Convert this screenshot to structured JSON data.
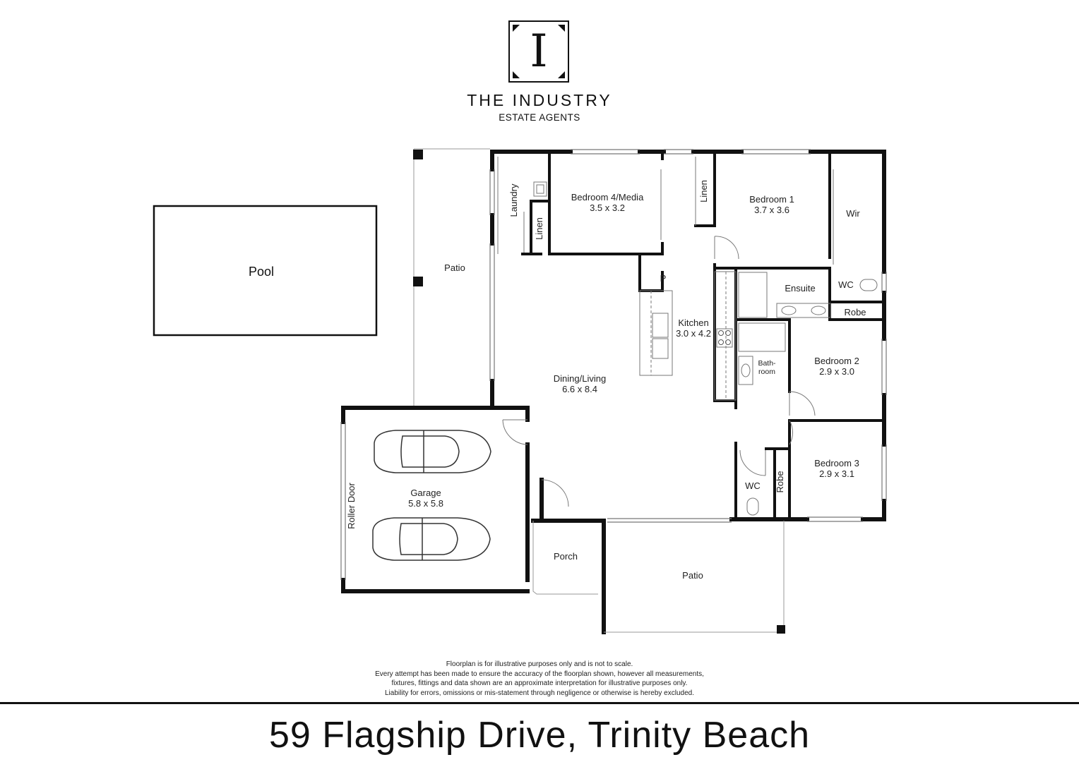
{
  "logo": {
    "letter": "I",
    "name": "THE INDUSTRY",
    "tagline": "ESTATE AGENTS"
  },
  "rooms": {
    "pool": "Pool",
    "patio_west": "Patio",
    "laundry": "Laundry",
    "linen_laundry": "Linen",
    "bedroom4": {
      "name": "Bedroom 4/Media",
      "size": "3.5 x 3.2"
    },
    "linen_hall": "Linen",
    "bedroom1": {
      "name": "Bedroom 1",
      "size": "3.7 x 3.6"
    },
    "wir": "Wir",
    "pantry": "P",
    "kitchen": {
      "name": "Kitchen",
      "size": "3.0 x 4.2"
    },
    "ensuite": "Ensuite",
    "wc_ensuite": "WC",
    "robe_bed2": "Robe",
    "bathroom": {
      "line1": "Bath-",
      "line2": "room"
    },
    "bedroom2": {
      "name": "Bedroom 2",
      "size": "2.9 x 3.0"
    },
    "dining": {
      "name": "Dining/Living",
      "size": "6.6 x 8.4"
    },
    "garage": {
      "name": "Garage",
      "size": "5.8 x 5.8"
    },
    "roller_door": "Roller Door",
    "bedroom3": {
      "name": "Bedroom 3",
      "size": "2.9 x 3.1"
    },
    "wc_hall": "WC",
    "robe_bed3": "Robe",
    "porch": "Porch",
    "patio_south": "Patio"
  },
  "disclaimer": [
    "Floorplan is for illustrative purposes only and is not to scale.",
    "Every attempt has been made to ensure the accuracy of the floorplan shown, however all measurements,",
    "fixtures, fittings and data shown are an approximate interpretation for illustrative purposes only.",
    "Liability for errors, omissions or mis-statement through negligence or otherwise is hereby excluded."
  ],
  "address": "59 Flagship Drive, Trinity Beach",
  "colors": {
    "wall": "#111111",
    "fixture": "#555555",
    "background": "#ffffff"
  }
}
